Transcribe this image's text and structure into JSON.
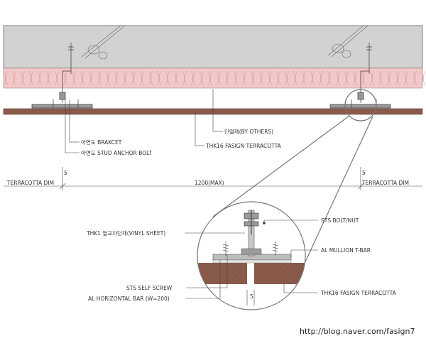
{
  "labels": {
    "bracket": "아연도 BRAKCET",
    "anchor_bolt": "아연도 STUD ANCHOR BOLT",
    "insulation": "단열재(BY OTHERS)",
    "terracotta_top": "THK16 FASIGN TERRACOTTA",
    "terracotta_dim_left": "TERRACOTTA DIM",
    "terracotta_dim_right": "TERRACOTTA DIM",
    "span": "1200(MAX)",
    "sts_bolt": "STS BOLT/NUT",
    "vinyl_sheet": "THK1 열교차단재(VINYL SHEET)",
    "mullion": "AL MULLION T-BAR",
    "self_screw": "STS SELF SCREW",
    "horizontal_bar": "AL HORIZONTAL BAR (W=200)",
    "terracotta_detail": "THK16 FASIGN TERRACOTTA",
    "dim_left": "5",
    "dim_right": "5",
    "dim_detail": "5"
  },
  "watermark": "http://blog.naver.com/fasign7",
  "colors": {
    "concrete": "#d2d2d2",
    "insulation": "#f2c8c8",
    "terracotta": "#8a5a4a",
    "line": "#555555"
  }
}
